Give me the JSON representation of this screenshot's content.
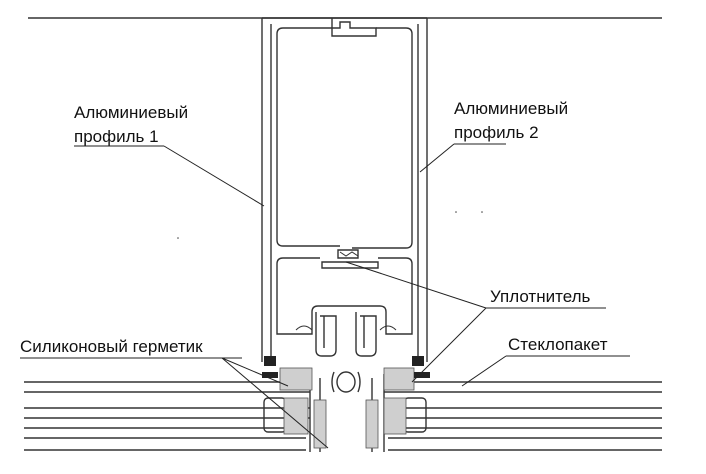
{
  "labels": {
    "profile1_line1": "Алюминиевый",
    "profile1_line2": "профиль 1",
    "profile2_line1": "Алюминиевый",
    "profile2_line2": "профиль 2",
    "seal": "Уплотнитель",
    "silicone_sealant": "Силиконовый герметик",
    "glazing_unit": "Стеклопакет"
  },
  "colors": {
    "line": "#333333",
    "leader": "#222222",
    "sealant": "#bdbdbd",
    "background": "#ffffff"
  }
}
